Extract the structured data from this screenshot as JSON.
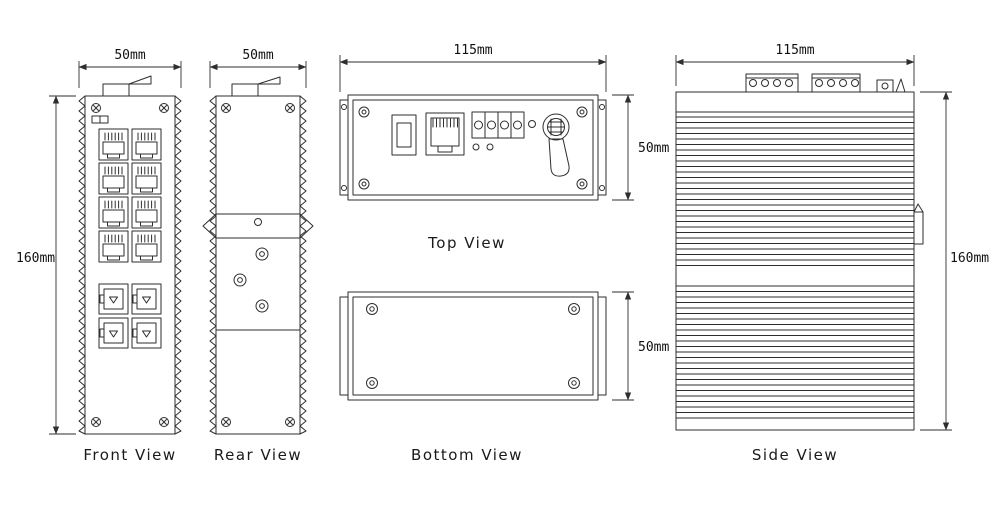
{
  "views": {
    "front": {
      "label": "Front View",
      "top_dim": "50mm",
      "left_dim": "160mm"
    },
    "rear": {
      "label": "Rear View",
      "top_dim": "50mm"
    },
    "top": {
      "label": "Top View",
      "top_dim": "115mm",
      "right_dim": "50mm"
    },
    "bottom": {
      "label": "Bottom View",
      "right_dim": "50mm"
    },
    "side": {
      "label": "Side View",
      "top_dim": "115mm",
      "right_dim": "160mm"
    }
  }
}
